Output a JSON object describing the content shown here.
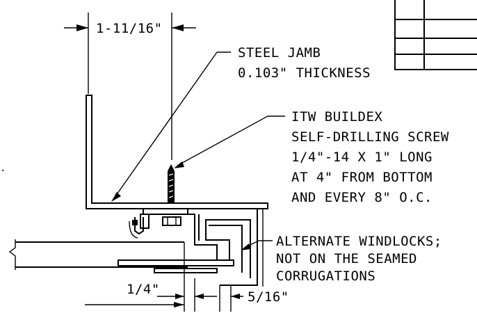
{
  "dimensions": {
    "jamb_width": "1-11/16\"",
    "gap_left": "1/4\"",
    "gap_right": "5/16\""
  },
  "callouts": {
    "jamb": [
      "STEEL JAMB",
      "0.103\" THICKNESS"
    ],
    "screw": [
      "ITW BUILDEX",
      "SELF-DRILLING SCREW",
      "1/4\"-14 X 1\" LONG",
      "AT 4\" FROM BOTTOM",
      "AND EVERY 8\" O.C."
    ],
    "windlock": [
      "ALTERNATE WINDLOCKS;",
      "NOT ON THE SEAMED",
      "CORRUGATIONS"
    ]
  },
  "colors": {
    "ink": "#000000",
    "paper": "#ffffff"
  }
}
